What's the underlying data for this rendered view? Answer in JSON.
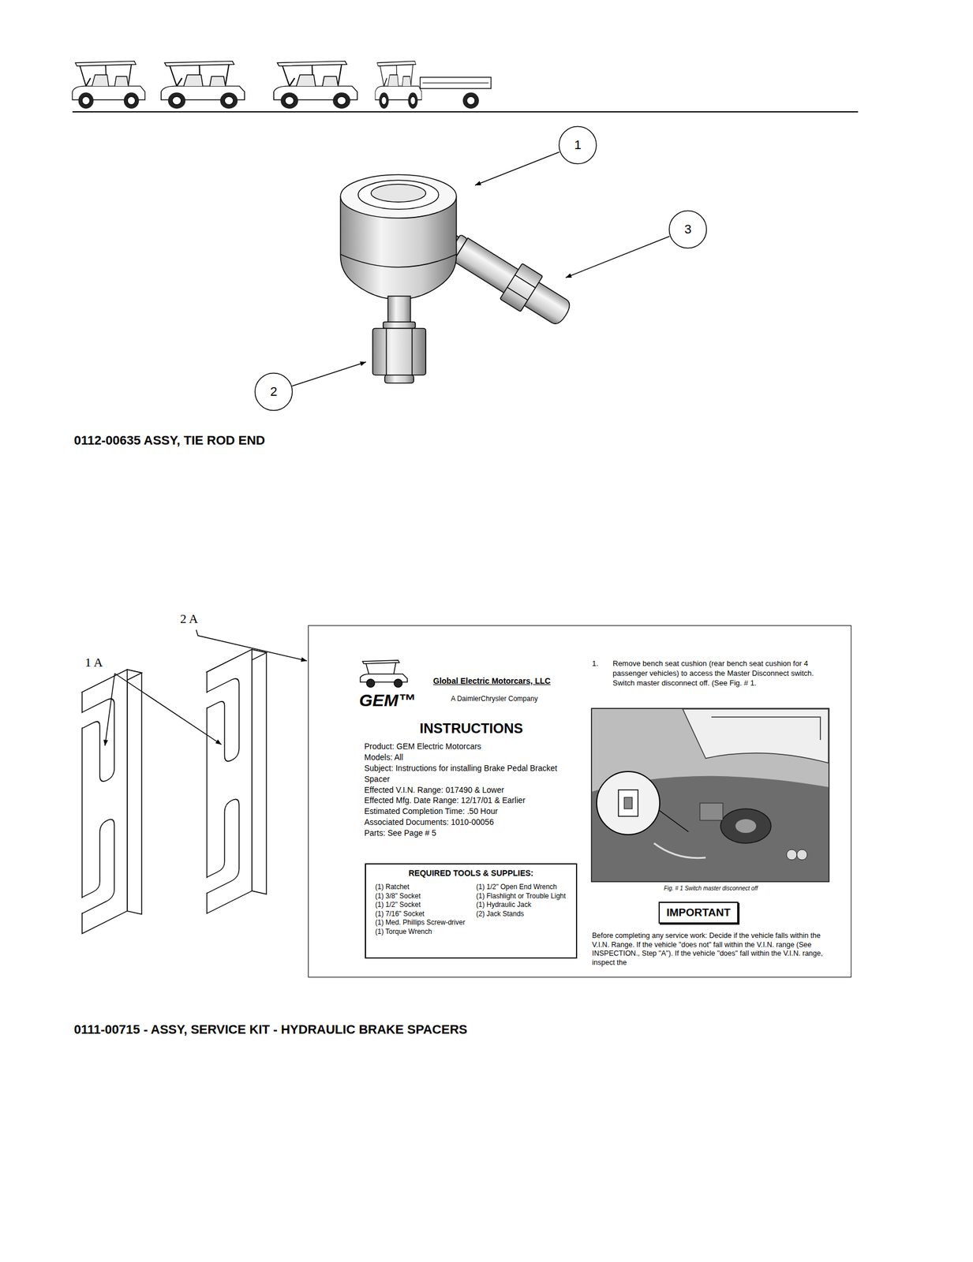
{
  "diagram": {
    "nodes": [
      {
        "text": [
          "1"
        ]
      },
      {
        "text": [
          "3"
        ]
      },
      {
        "text": [
          "2"
        ]
      },
      {
        "text": [
          "Global Electric Motorcars, LLC",
          "GEM™",
          "A DaimlerChrysler Company",
          "INSTRUCTIONS",
          "Product: GEM Electric Motorcars",
          "Models: All",
          "Subject: Instructions for installing Brake Pedal Bracket Spacer",
          "Effected V.I.N. Range: 017490 & Lower",
          "Effected Mfg. Date Range: 12/17/01 & Earlier",
          "Estimated Completion Time: .50 Hour",
          "Associated Documents: 1010-00056",
          "Parts: See Page # 5",
          "1.",
          "Remove bench seat cushion (rear bench seat cushion for 4 passenger vehicles) to access the Master Disconnect switch. Switch master disconnect off. (See Fig. # 1.",
          "Fig. # 1 Switch master disconnect off",
          "Before completing any service work: Decide if the vehicle falls within the V.I.N. Range. If the vehicle \"does not\" fall within the V.I.N. range (See INSPECTION., Step \"A\"). If the vehicle \"does\" fall within the V.I.N. range, inspect the"
        ]
      },
      {
        "text": [
          "REQUIRED TOOLS & SUPPLIES:",
          "(1) Ratchet",
          "(1) 3/8\" Socket",
          "(1) 1/2\" Socket",
          "(1) 7/16\" Socket",
          "(1) Med. Phillips Screw-driver",
          "(1) Torque Wrench",
          "(1) 1/2\" Open End Wrench",
          "(1) Flashlight or Trouble Light",
          "(1) Hydraulic Jack",
          "(2) Jack Stands"
        ],
        "in": 3
      },
      {
        "text": [
          "IMPORTANT"
        ],
        "in": 3
      }
    ],
    "labels": [
      "0112-00635 ASSY, TIE ROD END",
      "2 A",
      "1 A",
      "0111-00715 - ASSY, SERVICE KIT - HYDRAULIC BRAKE SPACERS"
    ]
  }
}
